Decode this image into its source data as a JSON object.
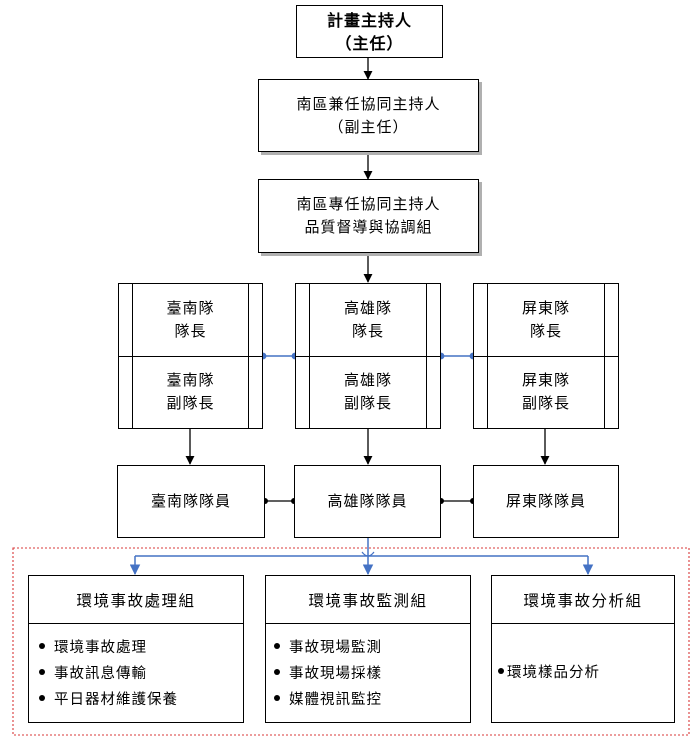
{
  "top": {
    "line1": "計畫主持人",
    "line2": "（主任）"
  },
  "deputy": {
    "line1": "南區兼任協同主持人",
    "line2": "（副主任）"
  },
  "qa": {
    "line1": "南區專任協同主持人",
    "line2": "品質督導與協調組"
  },
  "teams": [
    {
      "leader_l1": "臺南隊",
      "leader_l2": "隊長",
      "vice_l1": "臺南隊",
      "vice_l2": "副隊長",
      "members": "臺南隊隊員"
    },
    {
      "leader_l1": "高雄隊",
      "leader_l2": "隊長",
      "vice_l1": "高雄隊",
      "vice_l2": "副隊長",
      "members": "高雄隊隊員"
    },
    {
      "leader_l1": "屏東隊",
      "leader_l2": "隊長",
      "vice_l1": "屏東隊",
      "vice_l2": "副隊長",
      "members": "屏東隊隊員"
    }
  ],
  "groups": [
    {
      "title": "環境事故處理組",
      "items": [
        "環境事故處理",
        "事故訊息傳輸",
        "平日器材維護保養"
      ]
    },
    {
      "title": "環境事故監測組",
      "items": [
        "事故現場監測",
        "事故現場採樣",
        "媒體視訊監控"
      ]
    },
    {
      "title": "環境事故分析組",
      "items": [
        "環境樣品分析"
      ]
    }
  ],
  "colors": {
    "connector_blue": "#4472c4",
    "dotted_red": "#d9383a",
    "shadow": "#b0b0b0"
  }
}
